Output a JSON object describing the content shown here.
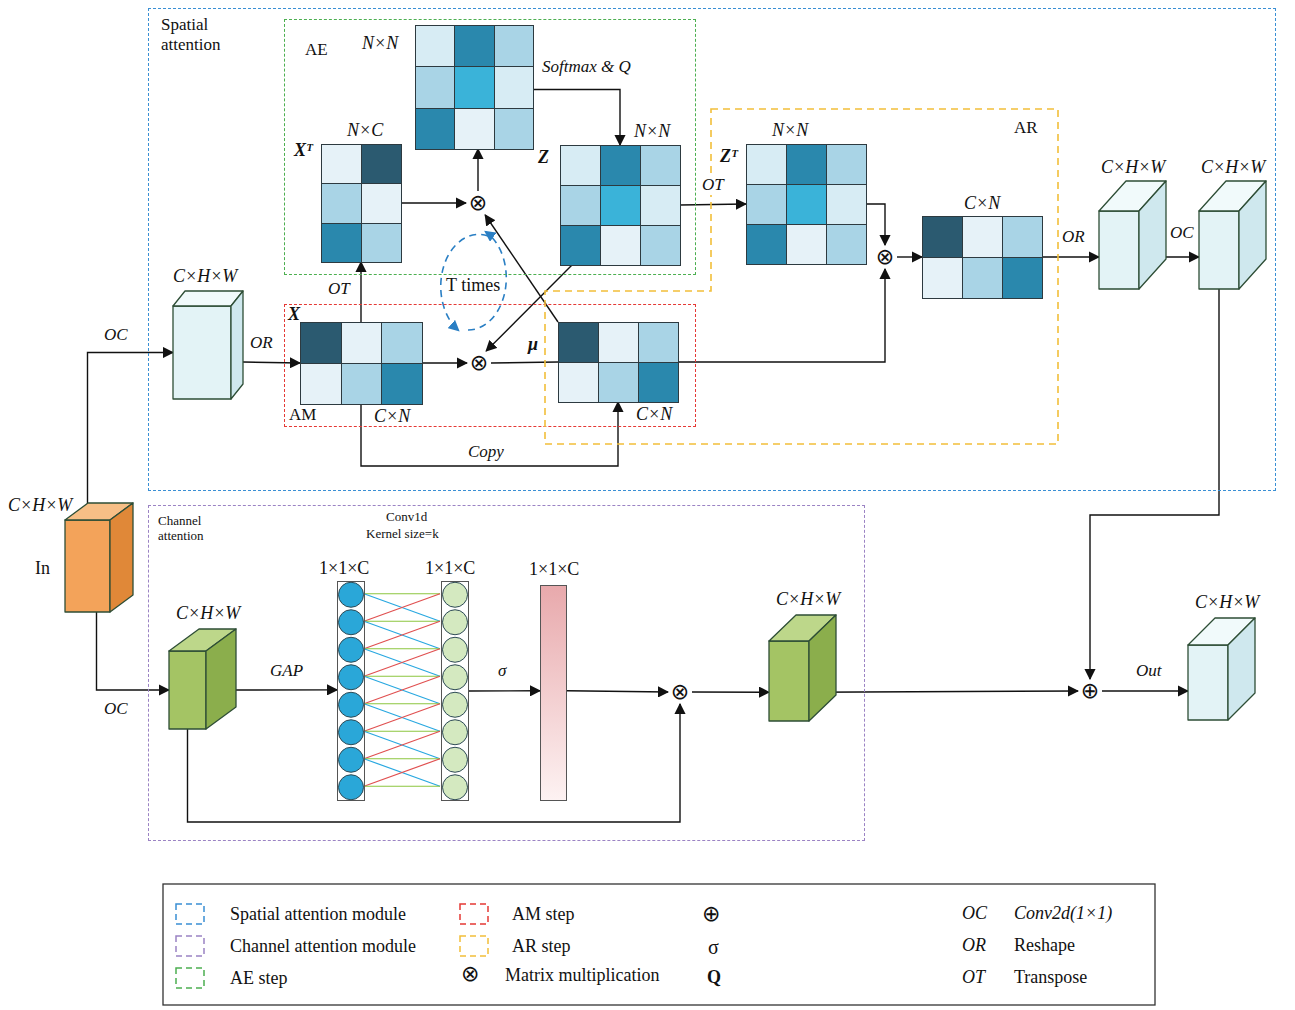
{
  "diagram": {
    "nodes": [
      {
        "text": [
          "Spatial attention"
        ]
      },
      {
        "text": [
          "AE"
        ],
        "in": 0
      },
      {
        "text": [
          "AM"
        ],
        "in": 0
      },
      {
        "text": [
          "AR"
        ],
        "in": 0
      },
      {
        "text": [
          "Xᵀ",
          "N×C"
        ],
        "in": 1
      },
      {
        "text": [
          "N×N"
        ],
        "in": 1
      },
      {
        "text": [
          "Z",
          "N×N"
        ],
        "in": 1
      },
      {
        "text": [
          "X",
          "C×N"
        ],
        "in": 2
      },
      {
        "text": [
          "μ",
          "C×N"
        ],
        "in": 3
      },
      {
        "text": [
          "Zᵀ",
          "N×N"
        ],
        "in": 3
      },
      {
        "text": [
          "C×N"
        ],
        "in": 3
      },
      {
        "text": [
          "C×H×W",
          "In"
        ]
      },
      {
        "text": [
          "C×H×W"
        ],
        "in": 0
      },
      {
        "text": [
          "C×H×W"
        ],
        "in": 0
      },
      {
        "text": [
          "C×H×W"
        ],
        "in": 0
      },
      {
        "text": [
          "Channel attention"
        ]
      },
      {
        "text": [
          "C×H×W"
        ],
        "in": 15
      },
      {
        "text": [
          "1×1×C"
        ],
        "in": 15
      },
      {
        "text": [
          "1×1×C"
        ],
        "in": 15
      },
      {
        "text": [
          "1×1×C"
        ],
        "in": 15
      },
      {
        "text": [
          "C×H×W"
        ],
        "in": 15
      },
      {
        "text": [
          "C×H×W"
        ]
      },
      {
        "text": [
          "⊗"
        ],
        "in": 1
      },
      {
        "text": [
          "⊗"
        ],
        "in": 2
      },
      {
        "text": [
          "⊗"
        ],
        "in": 3
      },
      {
        "text": [
          "⊗"
        ],
        "in": 15
      },
      {
        "text": [
          "⊕"
        ]
      }
    ],
    "edges": [
      {
        "from": 11,
        "to": 12,
        "label": "OC",
        "arrow": "to"
      },
      {
        "from": 11,
        "to": 16,
        "label": "OC",
        "arrow": "to"
      },
      {
        "from": 12,
        "to": 7,
        "label": "OR",
        "arrow": "to"
      },
      {
        "from": 7,
        "to": 4,
        "label": "OT",
        "arrow": "to"
      },
      {
        "from": 4,
        "to": 22,
        "arrow": "to"
      },
      {
        "from": 22,
        "to": 5,
        "arrow": "to"
      },
      {
        "from": 5,
        "to": 6,
        "label": "Softmax & Q",
        "arrow": "to"
      },
      {
        "from": 6,
        "to": 23,
        "arrow": "to"
      },
      {
        "from": 7,
        "to": 23,
        "arrow": "to"
      },
      {
        "from": 23,
        "to": 8,
        "arrow": "none"
      },
      {
        "from": 8,
        "to": 22,
        "arrow": "to"
      },
      {
        "from": 7,
        "to": 8,
        "label": "Copy",
        "arrow": "to"
      },
      {
        "from": 6,
        "to": 9,
        "label": "OT",
        "arrow": "to"
      },
      {
        "from": 9,
        "to": 24,
        "arrow": "to"
      },
      {
        "from": 8,
        "to": 24,
        "arrow": "to"
      },
      {
        "from": 24,
        "to": 10,
        "arrow": "to"
      },
      {
        "from": 10,
        "to": 13,
        "label": "OR",
        "arrow": "to"
      },
      {
        "from": 13,
        "to": 14,
        "label": "OC",
        "arrow": "to"
      },
      {
        "from": 14,
        "to": 26,
        "arrow": "to"
      },
      {
        "from": 16,
        "to": 17,
        "label": "GAP",
        "arrow": "to"
      },
      {
        "from": 18,
        "to": 19,
        "label": "σ",
        "arrow": "to"
      },
      {
        "from": 19,
        "to": 25,
        "arrow": "to"
      },
      {
        "from": 16,
        "to": 25,
        "arrow": "to"
      },
      {
        "from": 25,
        "to": 20,
        "arrow": "to"
      },
      {
        "from": 20,
        "to": 26,
        "arrow": "to"
      },
      {
        "from": 26,
        "to": 21,
        "label": "Out",
        "arrow": "to"
      }
    ],
    "labels": [
      "T times",
      "Conv1d",
      "Kernel size=k",
      "⊗",
      "Matrix multiplication",
      "⊕",
      "σ",
      "Q",
      "OC",
      "Conv2d(1×1)",
      "OR",
      "Reshape",
      "OT",
      "Transpose"
    ],
    "legend": [
      {
        "text": "Spatial attention module"
      },
      {
        "text": "Channel attention module"
      },
      {
        "text": "AE step"
      },
      {
        "text": "AM step"
      },
      {
        "text": "AR step"
      }
    ]
  }
}
